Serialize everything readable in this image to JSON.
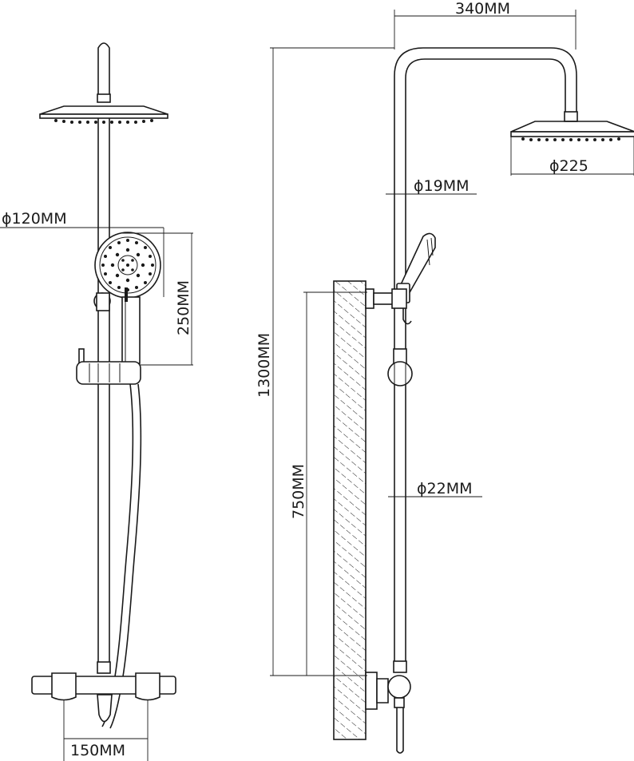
{
  "dimensions": {
    "head_reach": "340MM",
    "head_diameter": "ϕ225",
    "upper_pipe_diameter": "ϕ19MM",
    "hand_shower_diameter": "ϕ120MM",
    "hand_shower_length": "250MM",
    "total_height": "1300MM",
    "outlet_height": "750MM",
    "riser_diameter": "ϕ22MM",
    "valve_centres": "150MM"
  }
}
